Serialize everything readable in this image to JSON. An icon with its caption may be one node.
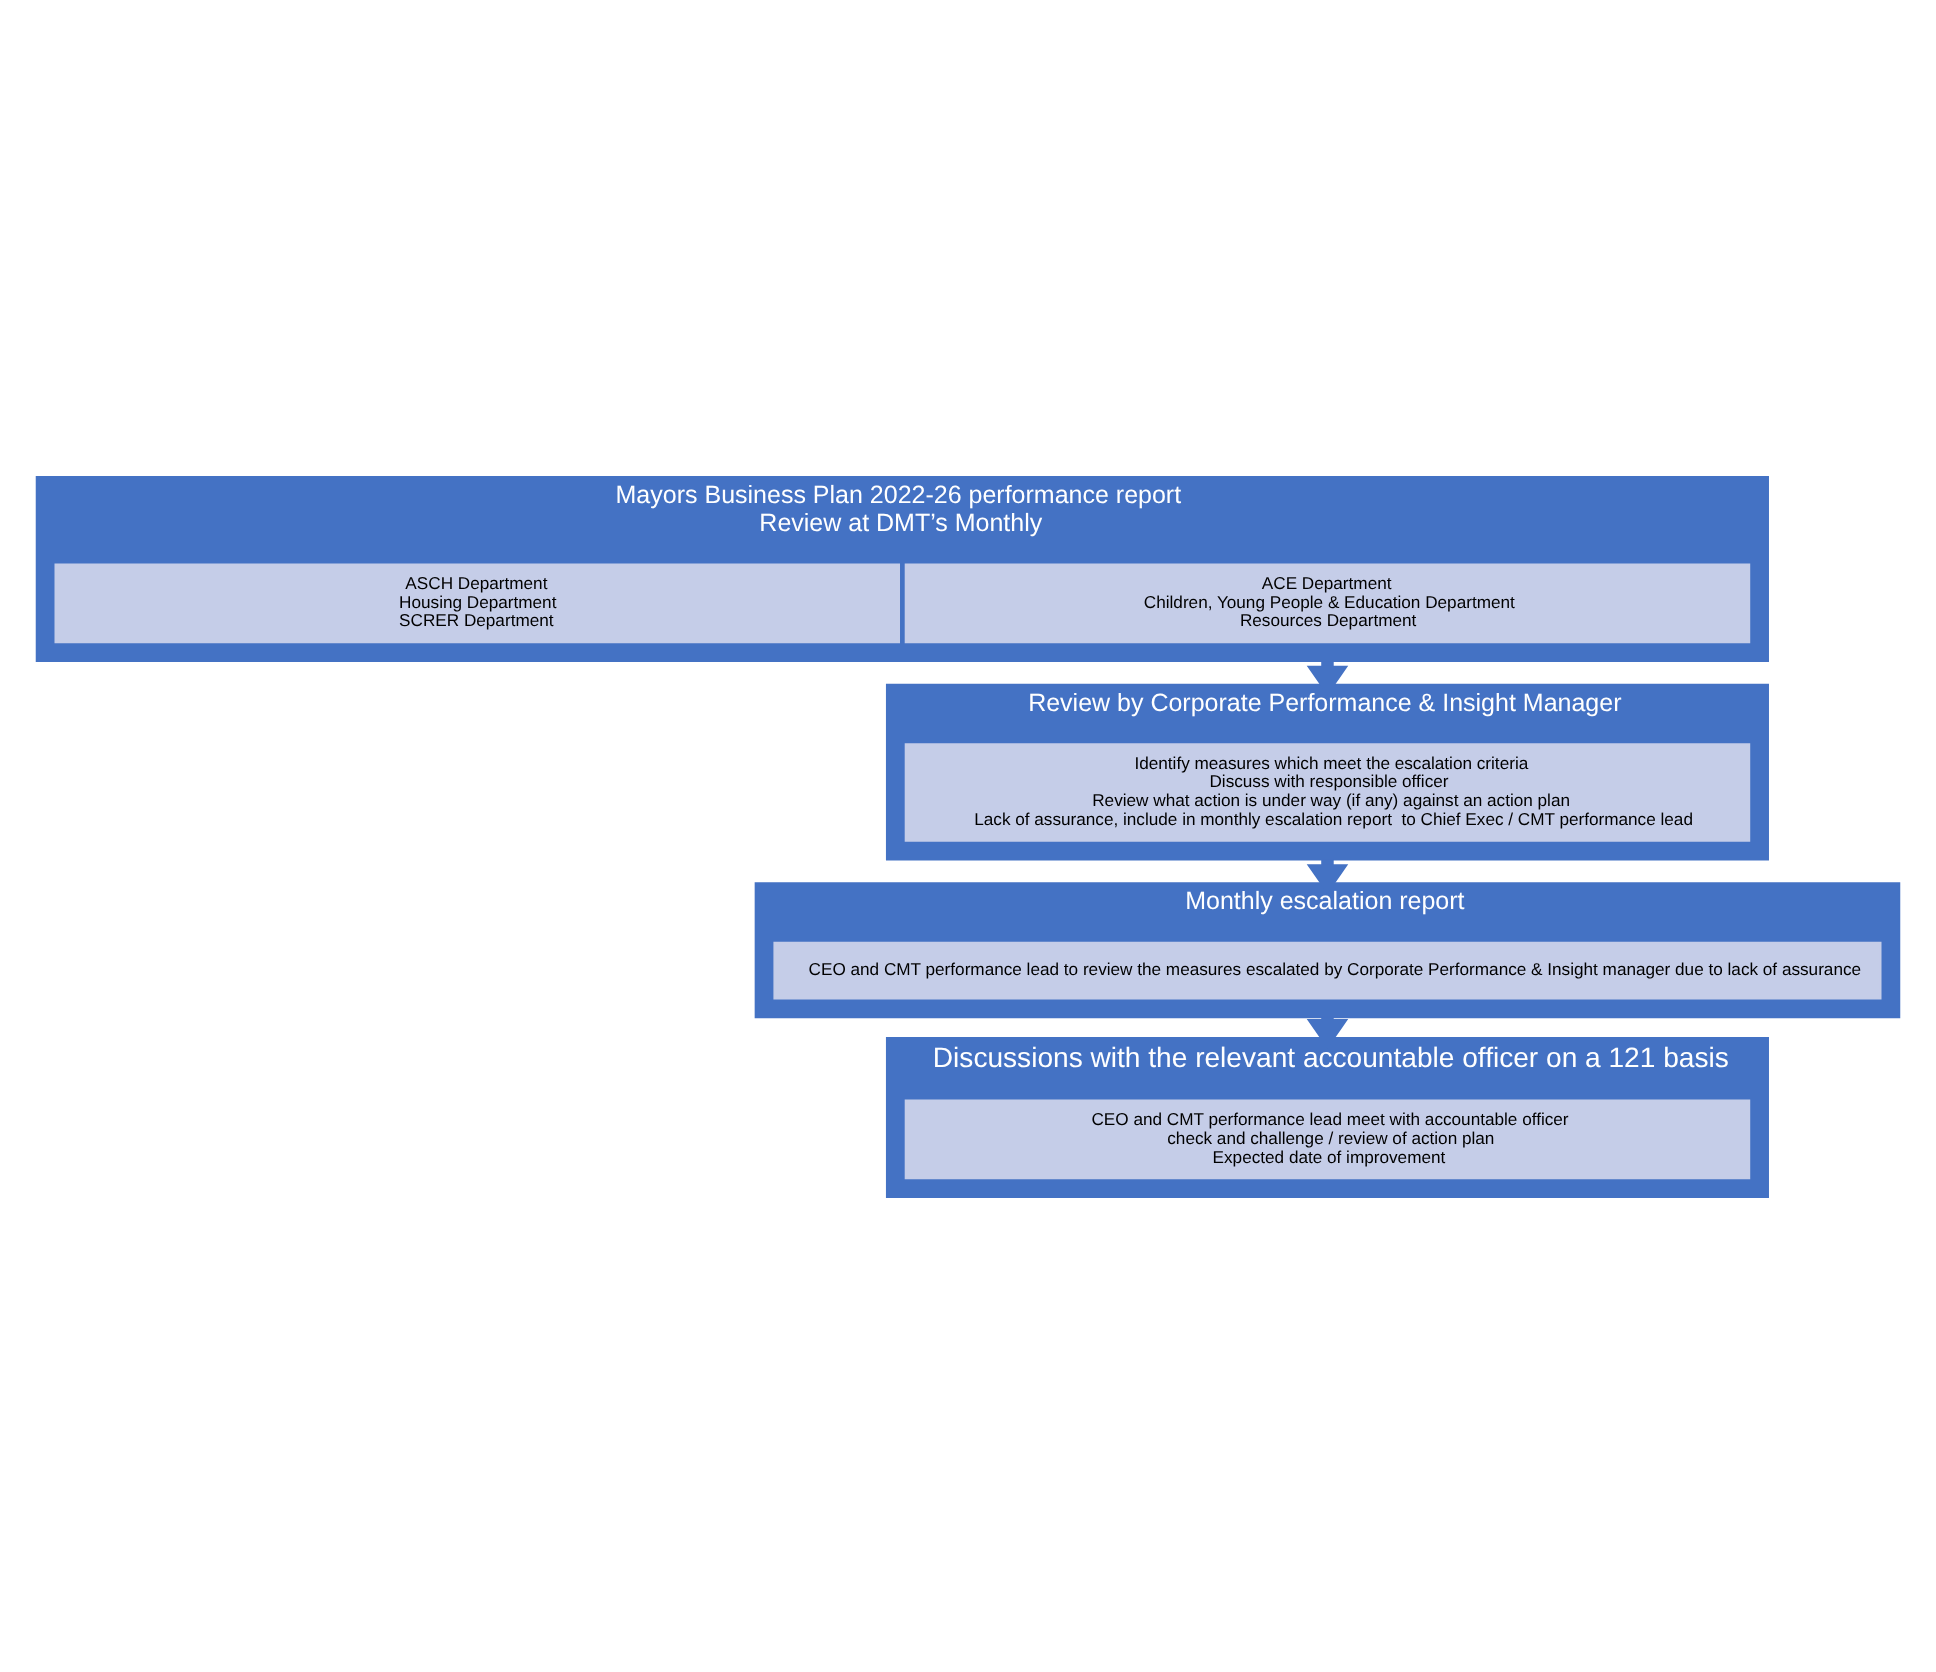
{
  "diagram": {
    "nodes": [
      {
        "text": [
          "Mayors Business Plan 2022-26 performance report",
          "Review at DMT’s Monthly"
        ]
      },
      {
        "text": [
          "ACE Department",
          "Children, Young People & Education Department",
          "Resources Department"
        ],
        "in": 0
      },
      {
        "text": [
          "ASCH Department",
          "Housing Department",
          "SCRER Department"
        ],
        "in": 0
      },
      {
        "text": [
          "Review by Corporate Performance & Insight Manager"
        ]
      },
      {
        "text": [
          "Identify measures which meet the escalation criteria",
          "Discuss with responsible officer",
          "Review what action is under way (if any) against an action plan",
          "Lack of assurance, include in monthly escalation report  to Chief Exec / CMT performance lead"
        ],
        "in": 3
      },
      {
        "text": [
          "Monthly escalation report"
        ]
      },
      {
        "text": [
          "CEO and CMT performance lead to review the measures escalated by Corporate Performance & Insight manager due to lack of assurance"
        ],
        "in": 5
      },
      {
        "text": [
          "Discussions with the relevant accountable officer on a 121 basis"
        ]
      },
      {
        "text": [
          "CEO and CMT performance lead meet with accountable officer",
          "check and challenge / review of action plan",
          "Expected date of improvement"
        ],
        "in": 7
      }
    ],
    "edges": [
      {
        "from": 0,
        "to": 3,
        "arrow": "to"
      },
      {
        "from": 3,
        "to": 5,
        "arrow": "to"
      },
      {
        "from": 5,
        "to": 7,
        "arrow": "to"
      }
    ]
  }
}
